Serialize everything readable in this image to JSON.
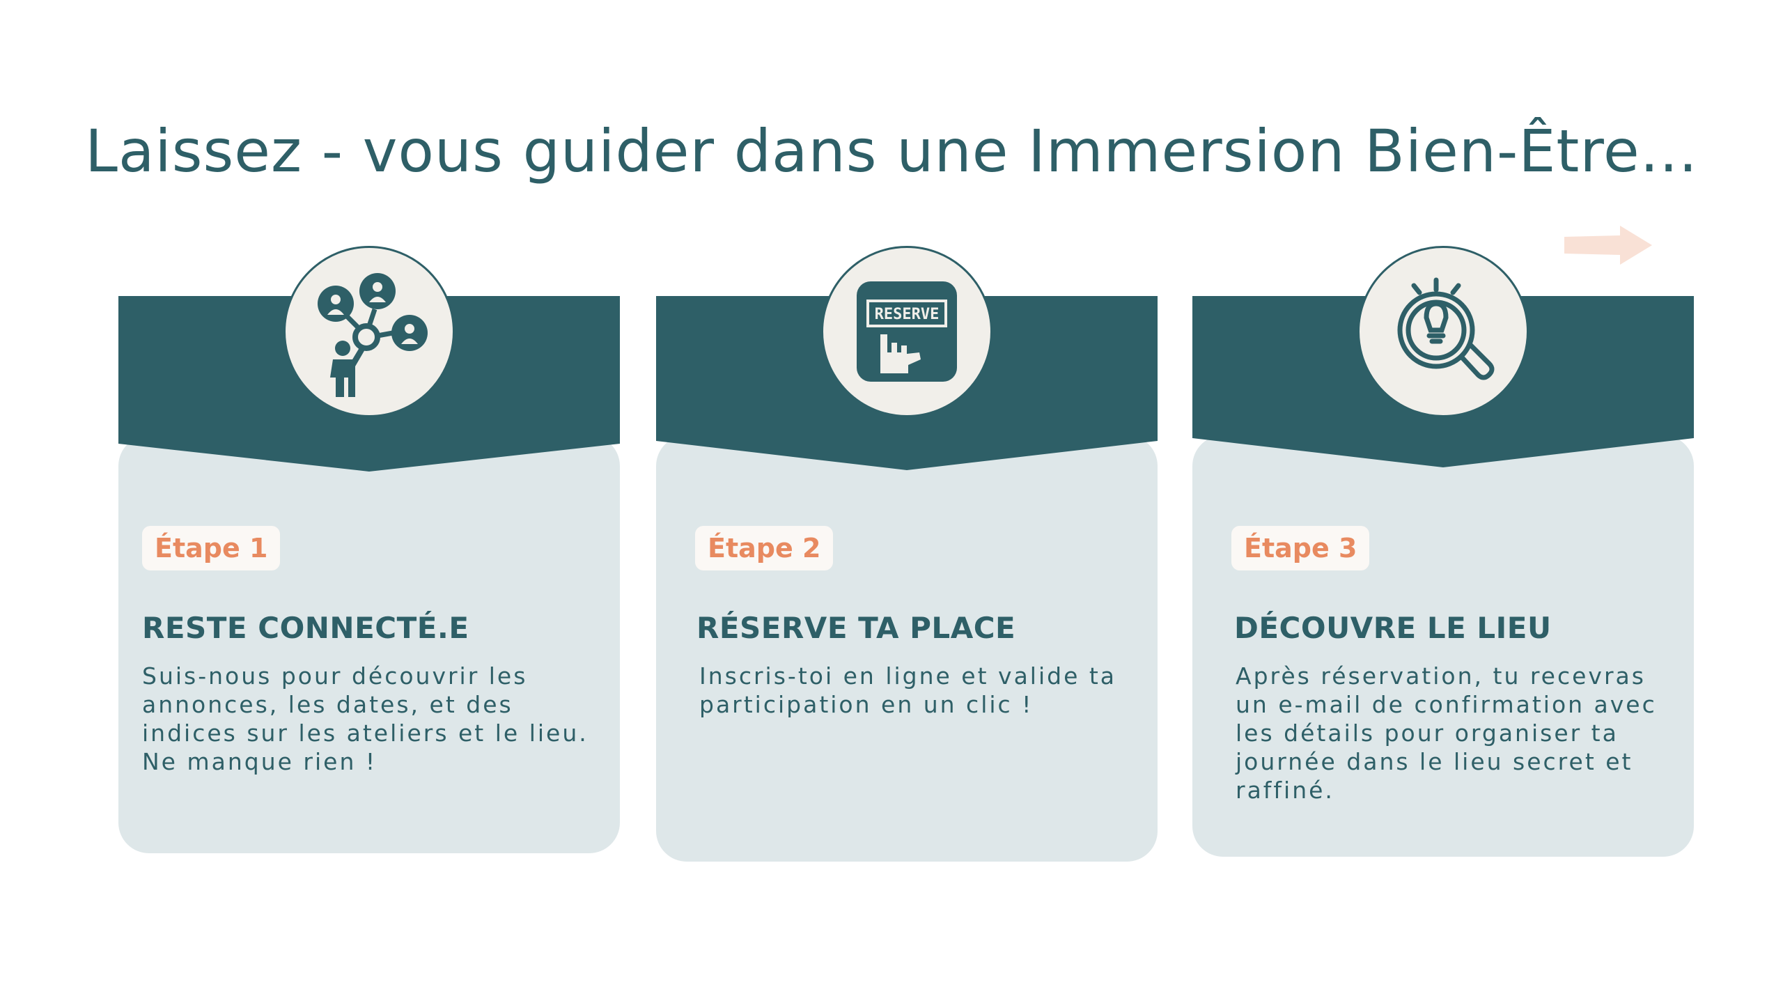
{
  "title": "Laissez - vous guider dans une Immersion Bien-Être...",
  "colors": {
    "primary": "#2e5f67",
    "card_background": "#dee7e9",
    "accent": "#e88a60",
    "icon_circle": "#f1efea"
  },
  "steps": [
    {
      "badge": "Étape 1",
      "heading": "RESTE CONNECTÉ.E",
      "text": "Suis-nous pour découvrir les annonces, les dates, et des indices sur les ateliers et le lieu. Ne manque rien !",
      "icon": "network-people-icon"
    },
    {
      "badge": "Étape 2",
      "heading": "RÉSERVE TA PLACE",
      "text": "Inscris-toi en ligne et valide ta participation en un clic !",
      "icon": "reserve-button-icon",
      "icon_label": "RESERVE"
    },
    {
      "badge": "Étape 3",
      "heading": "DÉCOUVRE LE LIEU",
      "text": "Après réservation, tu recevras un e-mail de confirmation avec les détails pour organiser ta journée dans le lieu secret et raffiné.",
      "icon": "magnifier-lightbulb-icon"
    }
  ]
}
